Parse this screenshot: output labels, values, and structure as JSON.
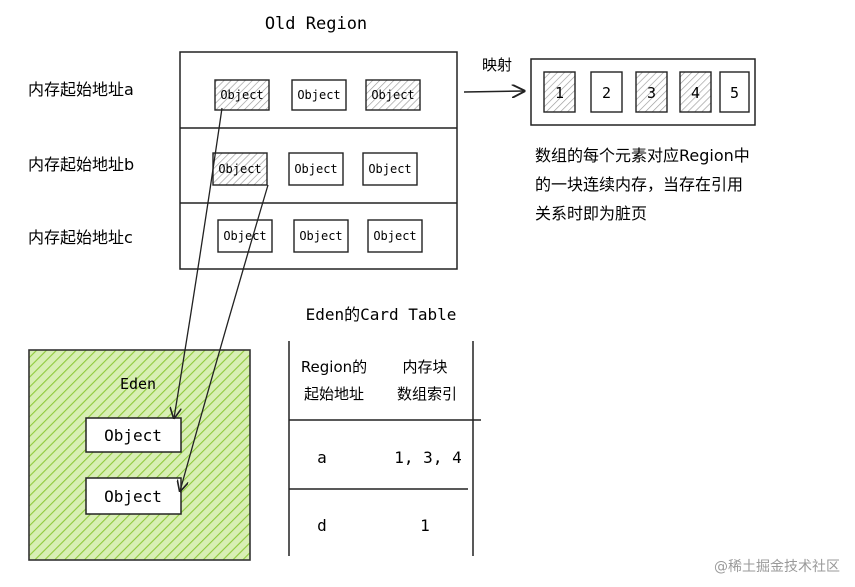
{
  "old_region": {
    "title": "Old Region",
    "rows": [
      {
        "address_label": "内存起始地址a",
        "objects": [
          "Object",
          "Object",
          "Object"
        ],
        "shaded": [
          true,
          false,
          true
        ]
      },
      {
        "address_label": "内存起始地址b",
        "objects": [
          "Object",
          "Object",
          "Object"
        ],
        "shaded": [
          true,
          false,
          false
        ]
      },
      {
        "address_label": "内存起始地址c",
        "objects": [
          "Object",
          "Object",
          "Object"
        ],
        "shaded": [
          false,
          false,
          false
        ]
      }
    ]
  },
  "mapping_label": "映射",
  "card_array": {
    "cells": [
      {
        "label": "1",
        "dirty": true
      },
      {
        "label": "2",
        "dirty": false
      },
      {
        "label": "3",
        "dirty": true
      },
      {
        "label": "4",
        "dirty": true
      },
      {
        "label": "5",
        "dirty": false
      }
    ],
    "description_lines": [
      "数组的每个元素对应Region中",
      "的一块连续内存，当存在引用",
      "关系时即为脏页"
    ]
  },
  "eden": {
    "label": "Eden",
    "objects": [
      "Object",
      "Object"
    ],
    "fill_color": "#b9e07a"
  },
  "card_table": {
    "title": "Eden的Card Table",
    "header_col1": [
      "Region的",
      "起始地址"
    ],
    "header_col2": [
      "内存块",
      "数组索引"
    ],
    "rows": [
      {
        "address": "a",
        "indices": "1, 3, 4"
      },
      {
        "address": "d",
        "indices": "1"
      }
    ]
  },
  "watermark": "@稀土掘金技术社区"
}
